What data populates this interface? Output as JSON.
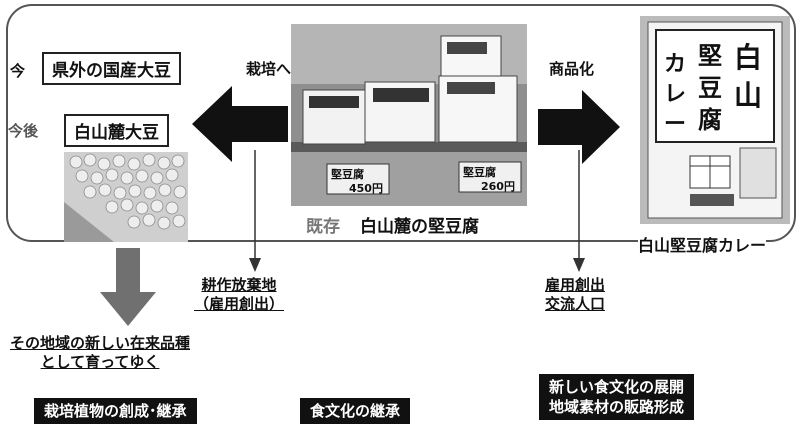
{
  "left": {
    "now_label": "今",
    "now_value": "県外の国産大豆",
    "future_label": "今後",
    "future_value": "白山麓大豆"
  },
  "center": {
    "existing_label": "既存",
    "caption": "白山麓の堅豆腐",
    "photo": {
      "brand_text": "堅豆腐",
      "price_left": "450円",
      "price_right": "260円"
    }
  },
  "arrows": {
    "cultivation_label": "栽培へ",
    "commercialize_label": "商品化"
  },
  "right": {
    "product_text": [
      "白",
      "山",
      "堅",
      "豆",
      "腐",
      "カ",
      "レ",
      "ー"
    ],
    "caption": "白山堅豆腐カレー"
  },
  "effects": {
    "left_lines": [
      "耕作放棄地",
      "（雇用創出）"
    ],
    "right_lines": [
      "雇用創出",
      "交流人口"
    ]
  },
  "bottom": {
    "growth_lines": [
      "その地域の新しい在来品種",
      "として育ってゆく"
    ],
    "banner_left": "栽培植物の創成･継承",
    "banner_center": "食文化の継承",
    "banner_right_lines": [
      "新しい食文化の展開",
      "地域素材の販路形成"
    ]
  },
  "colors": {
    "arrow": "#111111",
    "down_arrow": "#707070",
    "banner_bg": "#111111"
  }
}
